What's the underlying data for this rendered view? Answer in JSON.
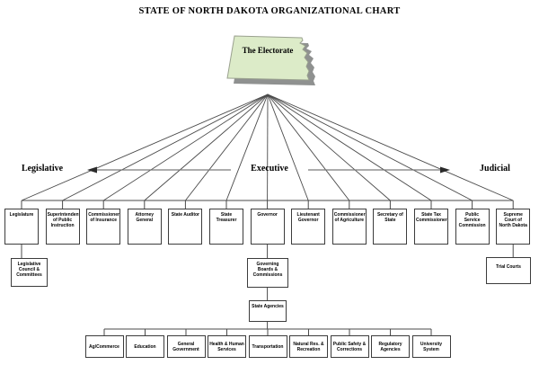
{
  "title": "STATE OF NORTH DAKOTA ORGANIZATIONAL CHART",
  "electorate_label": "The Electorate",
  "branch_labels": {
    "legislative": "Legislative",
    "executive": "Executive",
    "judicial": "Judicial"
  },
  "offices": [
    "Legislature",
    "Superintendent of Public Instruction",
    "Commissioner of Insurance",
    "Attorney General",
    "State Auditor",
    "State Treasurer",
    "Governor",
    "Lieutenant Governor",
    "Commissioner of Agriculture",
    "Secretary of State",
    "State Tax Commissioner",
    "Public Service Commission",
    "Supreme Court of North Dakota"
  ],
  "legislative_branch": {
    "sub": "Legislative Council & Committees"
  },
  "executive_branch": {
    "boards": "Governing Boards & Commissions",
    "agencies_hub": "State Agencies"
  },
  "judicial_branch": {
    "sub": "Trial Courts"
  },
  "state_agencies": [
    "Ag/Commerce",
    "Education",
    "General Government",
    "Health & Human Services",
    "Transportation",
    "Natural Res. & Recreation",
    "Public Safety & Corrections",
    "Regulatory Agencies",
    "University System"
  ],
  "colors": {
    "background": "#ffffff",
    "state_fill": "#dcebc8",
    "state_shadow": "#8f9190",
    "connector_line": "#4a4a4a",
    "arrow_line": "#7a7a7a",
    "box_border": "#3c3c3c",
    "text": "#000000"
  }
}
